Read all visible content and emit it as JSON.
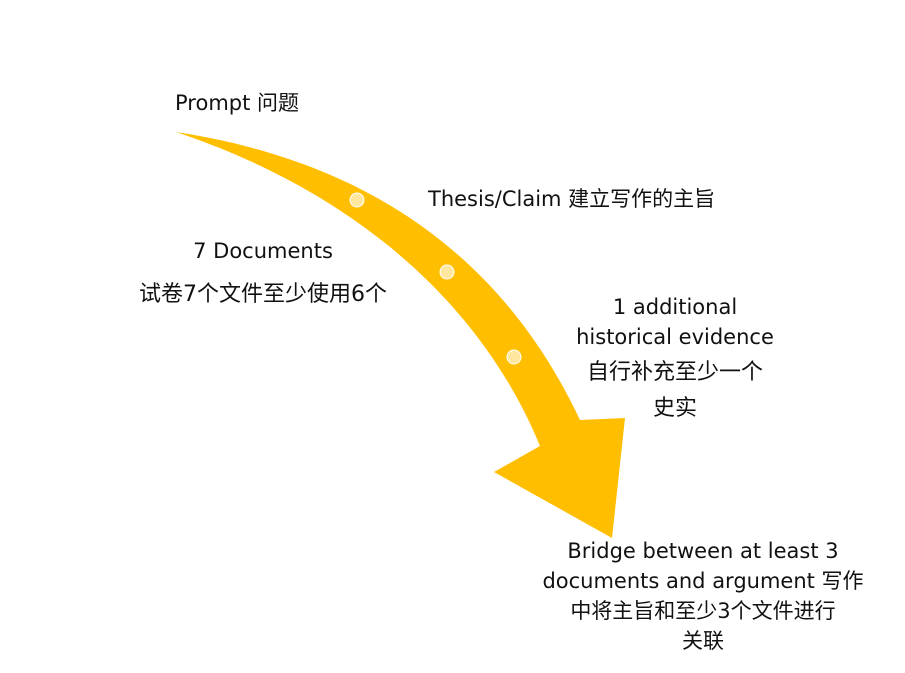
{
  "diagram": {
    "arrow_color": "#FFBE00",
    "dot_color": "#FFE7A0",
    "steps": {
      "prompt": {
        "text": "Prompt 问题"
      },
      "thesis": {
        "text": "Thesis/Claim 建立写作的主旨"
      },
      "documents": {
        "title": "7 Documents",
        "detail": "试卷7个文件至少使用6个"
      },
      "evidence": {
        "title_line1": "1 additional",
        "title_line2": "historical evidence",
        "detail_line1": "自行补充至少一个",
        "detail_line2": "史实"
      },
      "bridge": {
        "line1": "Bridge between at least 3",
        "line2": "documents and argument 写作",
        "line3": "中将主旨和至少3个文件进行",
        "line4": "关联"
      }
    }
  }
}
